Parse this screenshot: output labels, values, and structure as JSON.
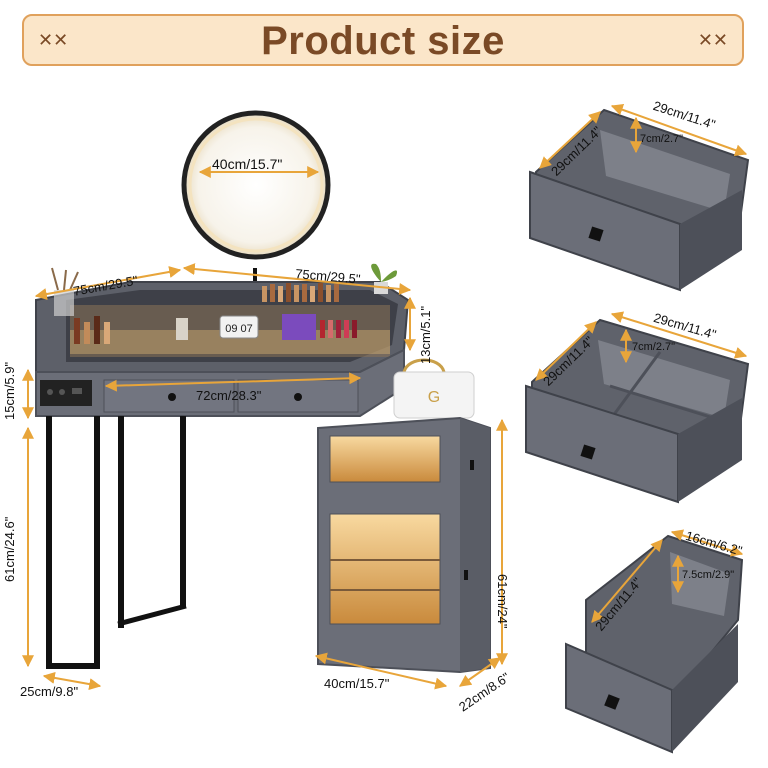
{
  "title": "Product size",
  "decoration": "✕✕",
  "colors": {
    "banner_bg": "#fbe6c9",
    "banner_border": "#e0a15c",
    "title": "#7a4a26",
    "arrow": "#e8a53a",
    "furniture": "#6b6e78",
    "furniture_dark": "#4d5059",
    "leg": "#111111",
    "drawer_inner": "#5f626b",
    "glow": "#f3c77a"
  },
  "vanity_dimensions": {
    "top_width_left": "75cm/29.5\"",
    "top_width_right": "75cm/29.5\"",
    "mirror_diameter": "40cm/15.7\"",
    "shelf_height": "13cm/5.1\"",
    "drawer_width": "72cm/28.3\"",
    "apron_height": "15cm/5.9\"",
    "leg_height": "61cm/24.6\"",
    "leg_depth": "25cm/9.8\"",
    "cabinet_height": "61cm/24\"",
    "cabinet_width": "40cm/15.7\"",
    "cabinet_depth": "22cm/8.6\""
  },
  "drawers": [
    {
      "width": "29cm/11.4\"",
      "depth": "29cm/11.4\"",
      "height": "7cm/2.7\""
    },
    {
      "width": "29cm/11.4\"",
      "depth": "29cm/11.4\"",
      "height": "7cm/2.7\""
    },
    {
      "width": "16cm/6.2\"",
      "depth": "29cm/11.4\"",
      "height": "7.5cm/2.9\""
    }
  ],
  "clock_display": "09 07",
  "handbag_logo": "G"
}
